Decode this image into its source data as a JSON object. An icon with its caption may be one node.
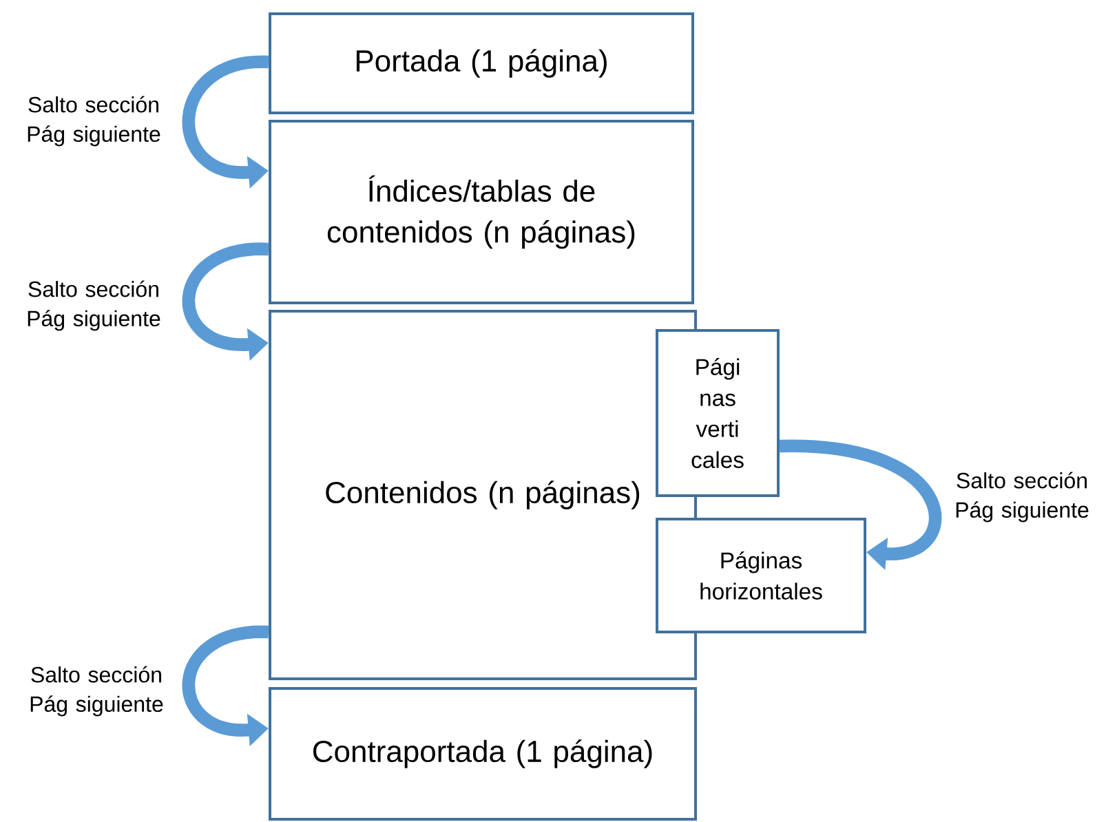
{
  "diagram": {
    "nodes": [
      {
        "text": [
          "Portada (1 página)"
        ]
      },
      {
        "text": [
          "Índices/tablas de contenidos (n páginas)"
        ]
      },
      {
        "text": [
          "Contenidos (n páginas)"
        ]
      },
      {
        "text": [
          "Pági nas verti cales"
        ]
      },
      {
        "text": [
          "Páginas horizontales"
        ]
      },
      {
        "text": [
          "Contraportada (1 página)"
        ]
      }
    ],
    "edges": [
      {
        "from": 0,
        "to": 1,
        "arrow": "to",
        "label": "Salto sección Pág siguiente"
      },
      {
        "from": 1,
        "to": 2,
        "arrow": "to",
        "label": "Salto sección Pág siguiente"
      },
      {
        "from": 2,
        "to": 5,
        "arrow": "to",
        "label": "Salto sección Pág siguiente"
      },
      {
        "from": 3,
        "to": 4,
        "arrow": "to",
        "label": "Salto sección Pág siguiente"
      }
    ]
  }
}
